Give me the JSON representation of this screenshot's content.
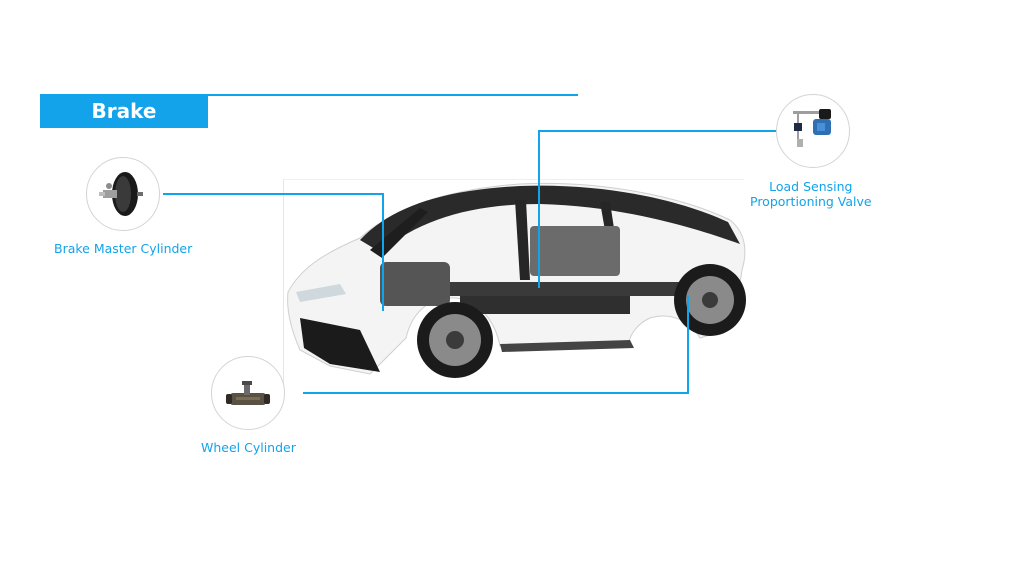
{
  "header": {
    "title": "Brake"
  },
  "components": {
    "brake_master_cylinder": {
      "label": "Brake Master Cylinder",
      "icon": "brake-booster-icon"
    },
    "wheel_cylinder": {
      "label": "Wheel Cylinder",
      "icon": "wheel-cylinder-icon"
    },
    "load_sensing_valve": {
      "label_line1": "Load Sensing",
      "label_line2": "Proportioning Valve",
      "icon": "proportioning-valve-icon"
    }
  },
  "colors": {
    "accent": "#12a3eb",
    "circle_border": "#d4d4d4",
    "car_body": "#f4f4f4",
    "car_frame": "#1e1e1e"
  }
}
